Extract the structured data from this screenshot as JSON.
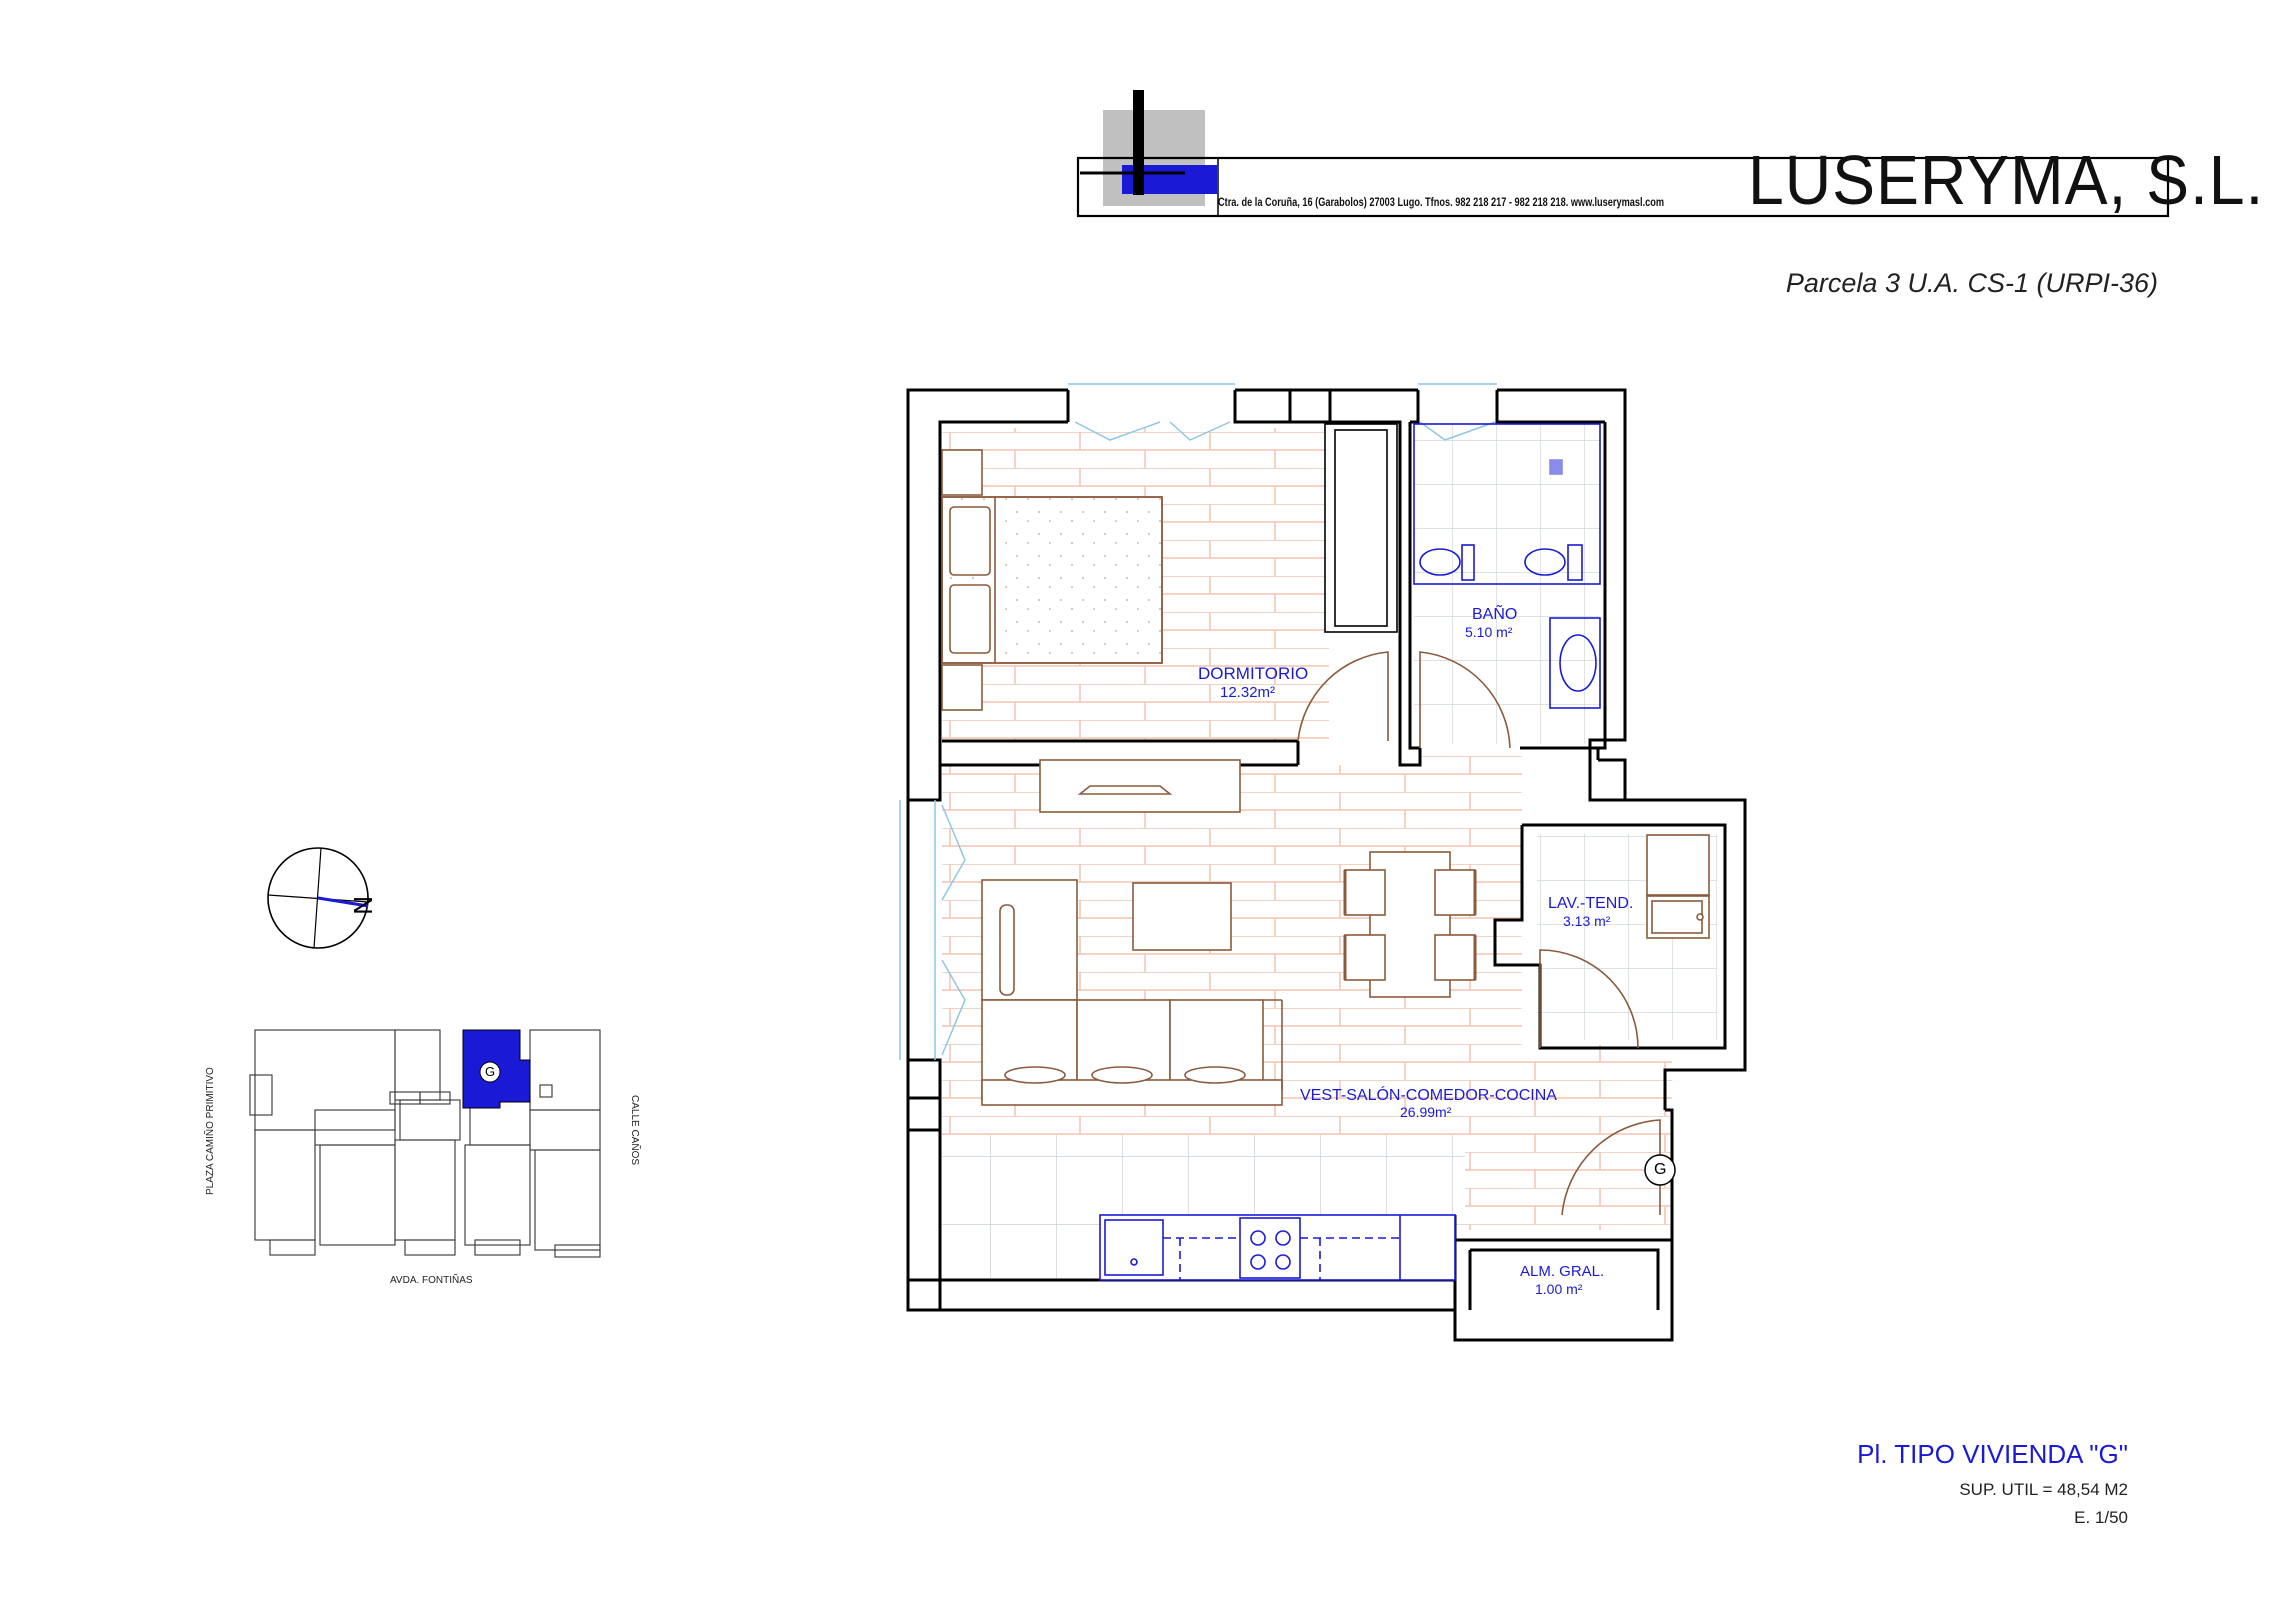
{
  "header": {
    "company_name": "LUSERYMA, S.L.",
    "address_line": "Ctra. de la Coruña, 16 (Garabolos) 27003 Lugo. Tfnos. 982 218 217 - 982 218 218. www.luserymasl.com",
    "parcel": "Parcela 3 U.A. CS-1 (URPI-36)"
  },
  "rooms": {
    "dormitorio": {
      "name": "DORMITORIO",
      "area": "12.32m²"
    },
    "bano": {
      "name": "BAÑO",
      "area": "5.10  m²"
    },
    "lavadero": {
      "name": "LAV.-TEND.",
      "area": "3.13  m²"
    },
    "salon": {
      "name": "VEST-SALÓN-COMEDOR-COCINA",
      "area": "26.99m²"
    },
    "almacen": {
      "name": "ALM. GRAL.",
      "area": "1.00  m²"
    }
  },
  "unit_marker": "G",
  "compass": {
    "north_label": "N"
  },
  "site_plan": {
    "marker": "G",
    "street_left": "PLAZA CAMIÑO PRIMITIVO",
    "street_right": "CALLE CAÑOS",
    "street_bottom": "AVDA. FONTIÑAS"
  },
  "footer": {
    "title": "Pl. TIPO VIVIENDA \"G\"",
    "surface": "SUP. UTIL   = 48,54 M2",
    "scale": "E. 1/50"
  },
  "colors": {
    "wall": "#000000",
    "floor_lines": "#e0a88a",
    "furniture": "#8b5a3c",
    "blue": "#1a1ad6",
    "tile": "#b9c3c9",
    "logo_gray": "#c0c0c0"
  }
}
